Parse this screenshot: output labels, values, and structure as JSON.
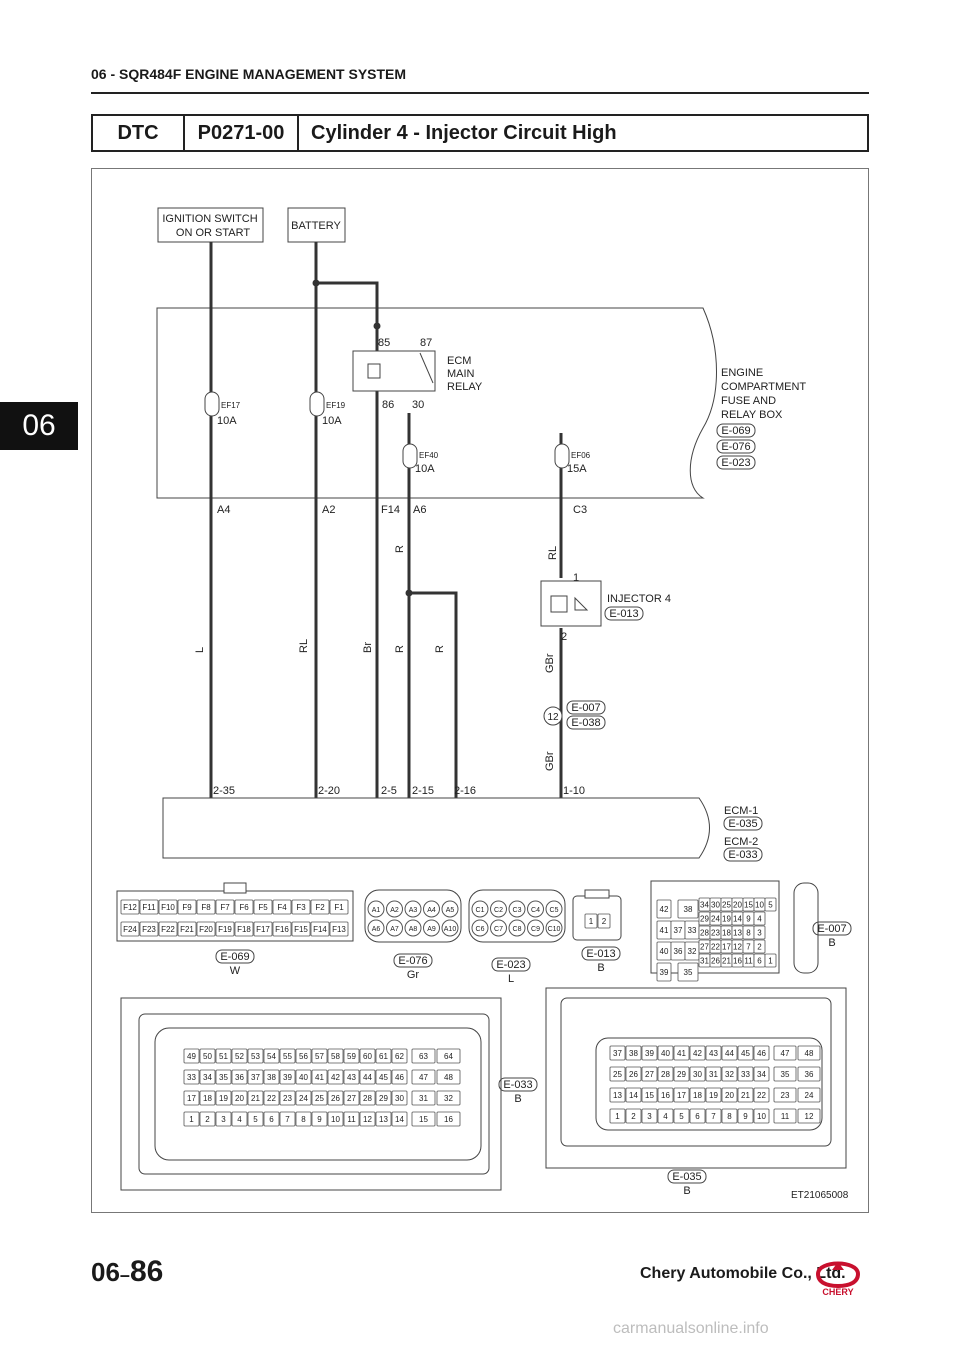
{
  "header": {
    "title": "06 - SQR484F ENGINE MANAGEMENT SYSTEM",
    "side_tab": "06"
  },
  "dtc": {
    "label": "DTC",
    "code": "P0271-00",
    "description": "Cylinder 4 - Injector Circuit High"
  },
  "diagram": {
    "ignition_switch": [
      "IGNITION SWITCH",
      "ON OR START"
    ],
    "battery": "BATTERY",
    "relay": {
      "label": [
        "ECM",
        "MAIN",
        "RELAY"
      ],
      "pins": [
        "85",
        "87",
        "86",
        "30"
      ]
    },
    "fuse_box": {
      "label": [
        "ENGINE",
        "COMPARTMENT",
        "FUSE AND",
        "RELAY BOX"
      ],
      "refs": [
        "E-069",
        "E-076",
        "E-023"
      ]
    },
    "fuses": [
      {
        "name": "EF17",
        "rating": "10A"
      },
      {
        "name": "EF19",
        "rating": "10A"
      },
      {
        "name": "EF40",
        "rating": "10A"
      },
      {
        "name": "EF06",
        "rating": "15A"
      }
    ],
    "fusebox_pins": [
      "A4",
      "A2",
      "F14",
      "A6",
      "C3"
    ],
    "wire_colors": [
      "L",
      "RL",
      "Br",
      "R",
      "R",
      "R",
      "RL",
      "GBr",
      "GBr"
    ],
    "injector": {
      "label": "INJECTOR 4",
      "ref": "E-013",
      "pin_top": "1",
      "pin_bottom": "2"
    },
    "splice": {
      "num": "12",
      "refs": [
        "E-007",
        "E-038"
      ]
    },
    "ecm_pins": [
      "2-35",
      "2-20",
      "2-5",
      "2-15",
      "2-16",
      "1-10"
    ],
    "ecm": {
      "ecm1": "ECM-1",
      "ecm1_ref": "E-035",
      "ecm2": "ECM-2",
      "ecm2_ref": "E-033"
    },
    "connectors": {
      "e069": {
        "ref": "E-069",
        "color": "W",
        "top": [
          "F12",
          "F11",
          "F10",
          "F9",
          "F8",
          "F7",
          "F6",
          "F5",
          "F4",
          "F3",
          "F2",
          "F1"
        ],
        "bottom": [
          "F24",
          "F23",
          "F22",
          "F21",
          "F20",
          "F19",
          "F18",
          "F17",
          "F16",
          "F15",
          "F14",
          "F13"
        ]
      },
      "e076": {
        "ref": "E-076",
        "color": "Gr",
        "top": [
          "A1",
          "A2",
          "A3",
          "A4",
          "A5"
        ],
        "bottom": [
          "A6",
          "A7",
          "A8",
          "A9",
          "A10"
        ]
      },
      "e023": {
        "ref": "E-023",
        "color": "L",
        "top": [
          "C1",
          "C2",
          "C3",
          "C4",
          "C5"
        ],
        "bottom": [
          "C6",
          "C7",
          "C8",
          "C9",
          "C10"
        ]
      },
      "e013": {
        "ref": "E-013",
        "color": "B",
        "pins": [
          "1",
          "2"
        ]
      },
      "e007": {
        "ref": "E-007",
        "color": "B",
        "left": [
          [
            "42",
            "38"
          ],
          [
            "41",
            "37",
            "33"
          ],
          [
            "40",
            "36",
            "32"
          ],
          [
            "39",
            "35"
          ]
        ],
        "right": [
          [
            "34",
            "30",
            "25",
            "20",
            "15",
            "10",
            "5"
          ],
          [
            "29",
            "24",
            "19",
            "14",
            "9",
            "4"
          ],
          [
            "28",
            "23",
            "18",
            "13",
            "8",
            "3"
          ],
          [
            "27",
            "22",
            "17",
            "12",
            "7",
            "2"
          ],
          [
            "31",
            "26",
            "21",
            "16",
            "11",
            "6",
            "1"
          ]
        ]
      },
      "e033": {
        "ref": "E-033",
        "color": "B",
        "rows": [
          [
            "49",
            "50",
            "51",
            "52",
            "53",
            "54",
            "55",
            "56",
            "57",
            "58",
            "59",
            "60",
            "61",
            "62",
            "63",
            "64"
          ],
          [
            "33",
            "34",
            "35",
            "36",
            "37",
            "38",
            "39",
            "40",
            "41",
            "42",
            "43",
            "44",
            "45",
            "46",
            "47",
            "48"
          ],
          [
            "17",
            "18",
            "19",
            "20",
            "21",
            "22",
            "23",
            "24",
            "25",
            "26",
            "27",
            "28",
            "29",
            "30",
            "31",
            "32"
          ],
          [
            "1",
            "2",
            "3",
            "4",
            "5",
            "6",
            "7",
            "8",
            "9",
            "10",
            "11",
            "12",
            "13",
            "14",
            "15",
            "16"
          ]
        ]
      },
      "e035": {
        "ref": "E-035",
        "color": "B",
        "rows": [
          [
            "37",
            "38",
            "39",
            "40",
            "41",
            "42",
            "43",
            "44",
            "45",
            "46",
            "47",
            "48"
          ],
          [
            "25",
            "26",
            "27",
            "28",
            "29",
            "30",
            "31",
            "32",
            "33",
            "34",
            "35",
            "36"
          ],
          [
            "13",
            "14",
            "15",
            "16",
            "17",
            "18",
            "19",
            "20",
            "21",
            "22",
            "23",
            "24"
          ],
          [
            "1",
            "2",
            "3",
            "4",
            "5",
            "6",
            "7",
            "8",
            "9",
            "10",
            "11",
            "12"
          ]
        ]
      }
    },
    "figure_id": "ET21065008"
  },
  "footer": {
    "section": "06",
    "dash": "–",
    "page": "86",
    "company": "Chery Automobile Co., Ltd.",
    "logo_text": "CHERY"
  },
  "watermark": "carmanualsonline.info"
}
